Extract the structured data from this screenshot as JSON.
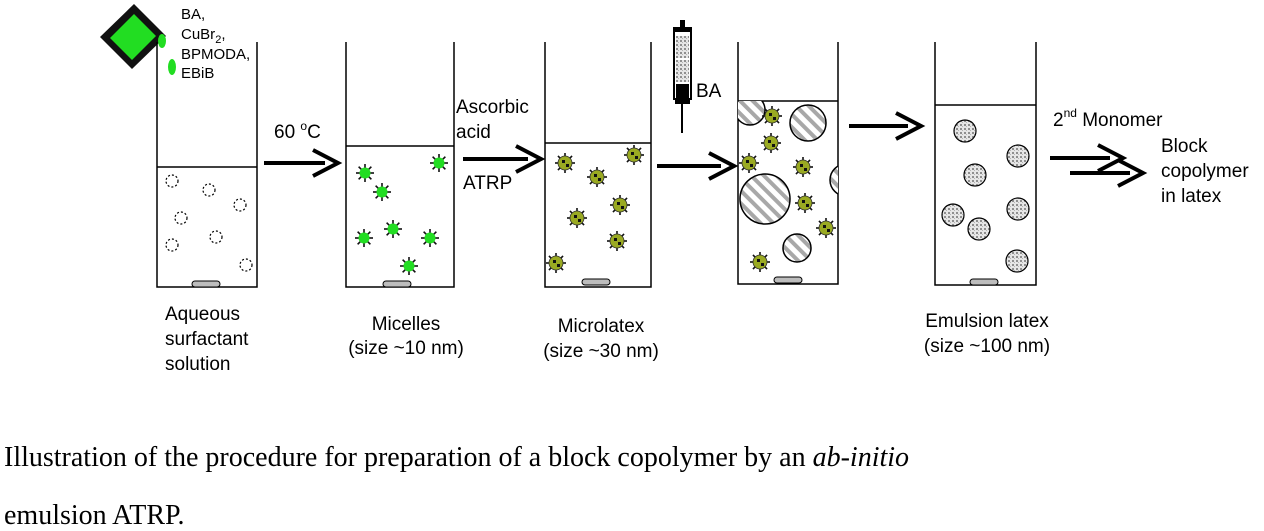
{
  "reagents": {
    "line1": "BA,",
    "line2_base": "CuBr",
    "line2_sub": "2",
    "line2_tail": ",",
    "line3": "BPMODA,",
    "line4": "EBiB"
  },
  "steps": {
    "heat_label": "60 ",
    "heat_degree": "o",
    "heat_unit": "C",
    "ascorbic_line1": "Ascorbic",
    "ascorbic_line2": "acid",
    "atrp_label": "ATRP",
    "syringe_label": "BA",
    "second_monomer_sup": "nd",
    "second_monomer_num": "2",
    "second_monomer_text": " Monomer",
    "product_line1": "Block",
    "product_line2": "copolymer",
    "product_line3": "in latex"
  },
  "stages": {
    "aqueous": [
      "Aqueous",
      "surfactant",
      "solution"
    ],
    "micelles": [
      "Micelles",
      "(size ~10 nm)"
    ],
    "microlatex": [
      "Microlatex",
      "(size ~30 nm)"
    ],
    "emulsion": [
      "Emulsion latex",
      "(size ~100 nm)"
    ]
  },
  "caption": {
    "line1_pre": "Illustration of the procedure for preparation of a block copolymer by an ",
    "line1_italic": "ab-initio",
    "line2": "emulsion ATRP."
  },
  "colors": {
    "green": "#22dd22",
    "dark_green": "#556b00",
    "olive": "#9aaa22",
    "hatch": "#aaaaaa",
    "dots": "#b0b0b0"
  }
}
